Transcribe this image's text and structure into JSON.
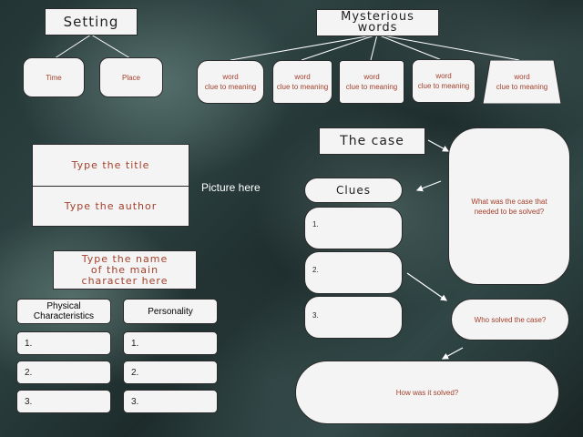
{
  "setting": {
    "title": "Setting",
    "time": "Time",
    "place": "Place"
  },
  "mysterious": {
    "title_line1": "Mysterious",
    "title_line2": "words",
    "cards": [
      {
        "word": "word",
        "clue": "clue to meaning"
      },
      {
        "word": "word",
        "clue": "clue to meaning"
      },
      {
        "word": "word",
        "clue": "clue to meaning"
      },
      {
        "word": "word",
        "clue": "clue to meaning"
      },
      {
        "word": "word",
        "clue": "clue to meaning"
      }
    ]
  },
  "book": {
    "title": "Type the title",
    "author": "Type the author"
  },
  "picture": "Picture here",
  "character": {
    "line1": "Type the name",
    "line2": "of the main",
    "line3": "character here"
  },
  "physical": {
    "label": "Physical Characteristics",
    "items": [
      "1.",
      "2.",
      "3."
    ]
  },
  "personality": {
    "label": "Personality",
    "items": [
      "1.",
      "2.",
      "3."
    ]
  },
  "case": {
    "title": "The case",
    "question": "What was the case that needed to be solved?",
    "who": "Who solved the case?",
    "how": "How was it solved?"
  },
  "clues": {
    "title": "Clues",
    "items": [
      "1.",
      "2.",
      "3."
    ]
  },
  "colors": {
    "accent": "#a3402c",
    "box": "#f4f4f4"
  }
}
